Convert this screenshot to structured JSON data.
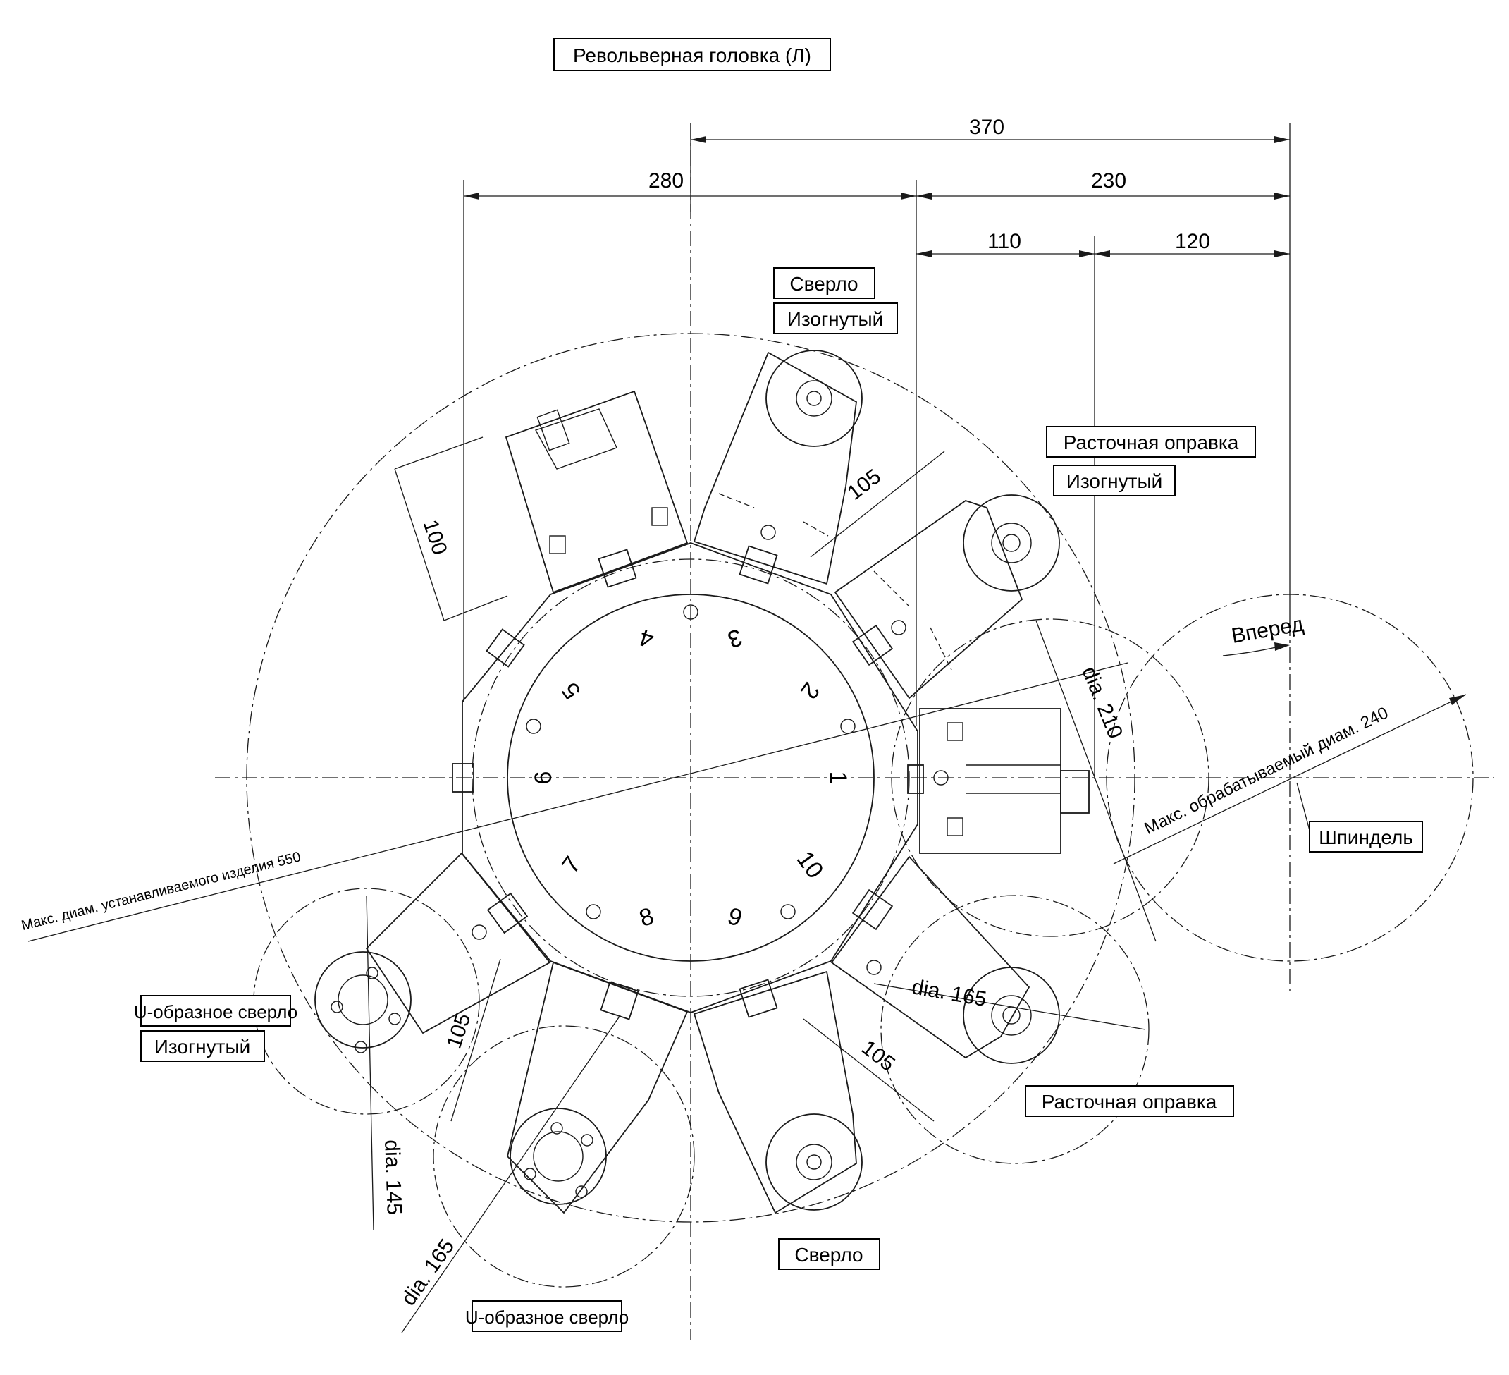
{
  "title": "Револьверная головка (Л)",
  "dimensions": {
    "d370": "370",
    "d280": "280",
    "d230": "230",
    "d110": "110",
    "d120": "120",
    "d100": "100",
    "d105_a": "105",
    "d105_b": "105",
    "d105_c": "105",
    "dia210": "dia. 210",
    "dia165_a": "dia. 165",
    "dia165_b": "dia. 165",
    "dia145": "dia. 145",
    "max_work_diam": "Макс. обрабатываемый диам. 240",
    "max_part_diam": "Макс. диам. устанавливаемого изделия 550"
  },
  "labels": {
    "drill_top": "Сверло",
    "bent_top": "Изогнутый",
    "boring_top": "Расточная оправка",
    "bent_right": "Изогнутый",
    "forward": "Вперед",
    "spindle": "Шпиндель",
    "u_drill_left": "U-образное сверло",
    "bent_left": "Изогнутый",
    "boring_bottom": "Расточная оправка",
    "drill_bottom": "Сверло",
    "u_drill_bottom": "U-образное сверло"
  },
  "stations": [
    "1",
    "2",
    "3",
    "4",
    "5",
    "6",
    "7",
    "8",
    "9",
    "10"
  ]
}
